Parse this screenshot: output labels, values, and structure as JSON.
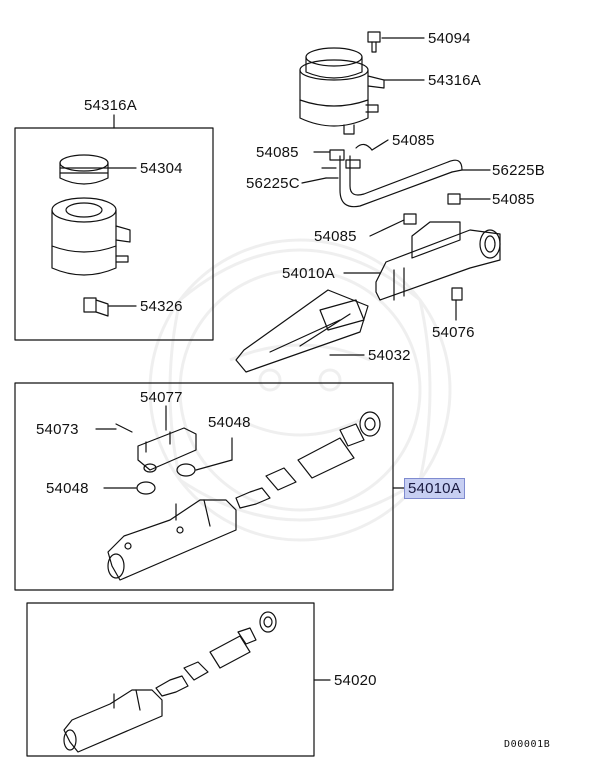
{
  "diagram": {
    "labels": {
      "p54094": "54094",
      "p54316a_top": "54316A",
      "p54316a_box": "54316A",
      "p54304": "54304",
      "p54326": "54326",
      "p54085_a": "54085",
      "p54085_b": "54085",
      "p54085_c": "54085",
      "p54085_d": "54085",
      "p56225b": "56225B",
      "p56225c": "56225C",
      "p54010a": "54010A",
      "p54076": "54076",
      "p54032": "54032",
      "p54077": "54077",
      "p54073": "54073",
      "p54048_a": "54048",
      "p54048_b": "54048",
      "p54010a_hl": "54010A",
      "p54020": "54020"
    },
    "drawing_code": "D00001B"
  }
}
